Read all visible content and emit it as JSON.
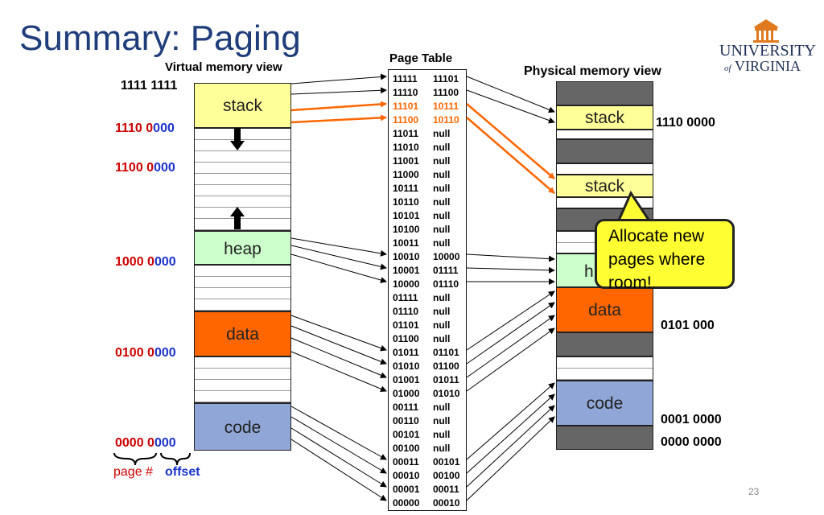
{
  "title": "Summary: Paging",
  "logo": {
    "line1": "UNIVERSITY",
    "line2_of": "of",
    "line2": "VIRGINIA"
  },
  "virtual": {
    "header": "Virtual memory view",
    "top_address": "1111 1111",
    "addresses": [
      {
        "hi": "1110 0",
        "lo": "000"
      },
      {
        "hi": "1100 0",
        "lo": "000"
      },
      {
        "hi": "1000 0",
        "lo": "000"
      },
      {
        "hi": "0100 0",
        "lo": "000"
      },
      {
        "hi": "0000 0",
        "lo": "000"
      }
    ],
    "segments": {
      "stack": "stack",
      "heap": "heap",
      "data": "data",
      "code": "code"
    }
  },
  "legend": {
    "page_num": "page #",
    "offset": "offset"
  },
  "page_table": {
    "header": "Page Table",
    "rows": [
      [
        "11111",
        "11101"
      ],
      [
        "11110",
        "11100"
      ],
      [
        "11101",
        "10111"
      ],
      [
        "11100",
        "10110"
      ],
      [
        "11011",
        "null"
      ],
      [
        "11010",
        "null"
      ],
      [
        "11001",
        "null"
      ],
      [
        "11000",
        "null"
      ],
      [
        "10111",
        "null"
      ],
      [
        "10110",
        "null"
      ],
      [
        "10101",
        "null"
      ],
      [
        "10100",
        "null"
      ],
      [
        "10011",
        "null"
      ],
      [
        "10010",
        "10000"
      ],
      [
        "10001",
        "01111"
      ],
      [
        "10000",
        "01110"
      ],
      [
        "01111",
        "null"
      ],
      [
        "01110",
        "null"
      ],
      [
        "01101",
        "null"
      ],
      [
        "01100",
        "null"
      ],
      [
        "01011",
        "01101"
      ],
      [
        "01010",
        "01100"
      ],
      [
        "01001",
        "01011"
      ],
      [
        "01000",
        "01010"
      ],
      [
        "00111",
        "null"
      ],
      [
        "00110",
        "null"
      ],
      [
        "00101",
        "null"
      ],
      [
        "00100",
        "null"
      ],
      [
        "00011",
        "00101"
      ],
      [
        "00010",
        "00100"
      ],
      [
        "00001",
        "00011"
      ],
      [
        "00000",
        "00010"
      ]
    ],
    "highlight_rows": [
      2,
      3
    ]
  },
  "physical": {
    "header": "Physical memory view",
    "addresses": [
      "1110 0000",
      "0101 000",
      "0001 0000",
      "0000 0000"
    ],
    "segments": {
      "stack1": "stack",
      "stack2": "stack",
      "heap": "h",
      "data": "data",
      "code": "code"
    }
  },
  "callout": {
    "line1": "Allocate new",
    "line2": "pages where",
    "line3": "room!"
  },
  "slide_number": "23",
  "colors": {
    "title": "#1f3d7a",
    "stack": "#ffff99",
    "heap": "#ccffcc",
    "data": "#ff6600",
    "code": "#8fa6d6",
    "used": "#666666",
    "callout": "#ffff33",
    "arrow_highlight": "#ff6600"
  }
}
